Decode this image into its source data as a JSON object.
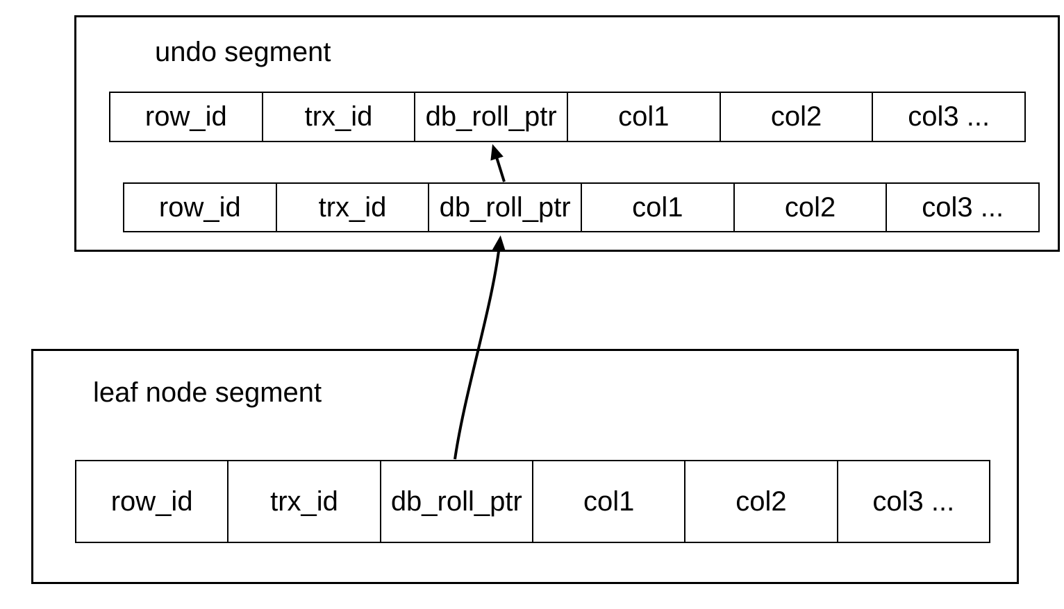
{
  "page": {
    "background_color": "#ffffff",
    "line_color": "#000000"
  },
  "undo_segment": {
    "title": "undo segment",
    "rows": [
      {
        "cells": [
          "row_id",
          "trx_id",
          "db_roll_ptr",
          "col1",
          "col2",
          "col3 ..."
        ]
      },
      {
        "cells": [
          "row_id",
          "trx_id",
          "db_roll_ptr",
          "col1",
          "col2",
          "col3 ..."
        ]
      }
    ]
  },
  "leaf_node_segment": {
    "title": "leaf node segment",
    "rows": [
      {
        "cells": [
          "row_id",
          "trx_id",
          "db_roll_ptr",
          "col1",
          "col2",
          "col3 ..."
        ]
      }
    ]
  },
  "arrows": [
    {
      "from": "undo segment row 2 db_roll_ptr",
      "to": "undo segment row 1 db_roll_ptr"
    },
    {
      "from": "leaf node row db_roll_ptr",
      "to": "undo segment row 2 db_roll_ptr"
    }
  ]
}
